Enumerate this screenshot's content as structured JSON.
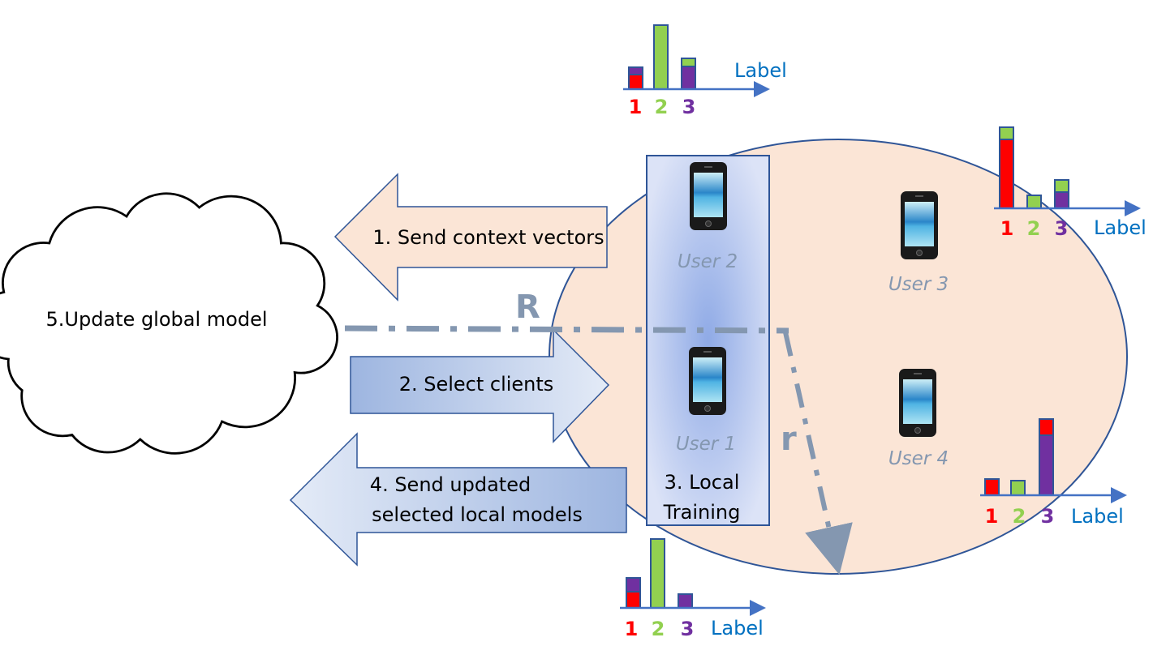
{
  "cloud": {
    "label": "5.Update global model"
  },
  "arrows": {
    "send_context": "1. Send context vectors",
    "select_clients": "2. Select clients",
    "send_updated_line1": "4. Send updated",
    "send_updated_line2": "selected local models"
  },
  "local_training": {
    "line1": "3. Local",
    "line2": "Training"
  },
  "radius_labels": {
    "big": "R",
    "small": "r"
  },
  "users": [
    {
      "label": "User 1"
    },
    {
      "label": "User 2"
    },
    {
      "label": "User 3"
    },
    {
      "label": "User 4"
    }
  ],
  "colors": {
    "label1": "#FF0000",
    "label2": "#92D050",
    "label3": "#7030A0",
    "bar_outline": "#2F5597",
    "axis": "#4472C4",
    "axis_word": "#0070C0",
    "region_fill": "#FBE5D6",
    "dashed_line": "#8497B0"
  },
  "chart_data": [
    {
      "type": "bar",
      "owner": "User 2",
      "xlabel": "Label",
      "categories": [
        "1",
        "2",
        "3"
      ],
      "stacks": [
        [
          {
            "color": "label1",
            "value": 1.8
          },
          {
            "color": "label3",
            "value": 0.9
          }
        ],
        [
          {
            "color": "label2",
            "value": 7.9
          }
        ],
        [
          {
            "color": "label3",
            "value": 2.8
          },
          {
            "color": "label2",
            "value": 1.0
          }
        ]
      ]
    },
    {
      "type": "bar",
      "owner": "User 3",
      "xlabel": "Label",
      "categories": [
        "1",
        "2",
        "3"
      ],
      "stacks": [
        [
          {
            "color": "label1",
            "value": 8.5
          },
          {
            "color": "label2",
            "value": 1.5
          }
        ],
        [
          {
            "color": "label2",
            "value": 1.6
          }
        ],
        [
          {
            "color": "label3",
            "value": 2.0
          },
          {
            "color": "label2",
            "value": 1.5
          }
        ]
      ]
    },
    {
      "type": "bar",
      "owner": "User 4",
      "xlabel": "Label",
      "categories": [
        "1",
        "2",
        "3"
      ],
      "stacks": [
        [
          {
            "color": "label1",
            "value": 2.0
          }
        ],
        [
          {
            "color": "label2",
            "value": 1.8
          }
        ],
        [
          {
            "color": "label3",
            "value": 7.4
          },
          {
            "color": "label1",
            "value": 2.0
          }
        ]
      ]
    },
    {
      "type": "bar",
      "owner": "User 1",
      "xlabel": "Label",
      "categories": [
        "1",
        "2",
        "3"
      ],
      "stacks": [
        [
          {
            "color": "label1",
            "value": 2.0
          },
          {
            "color": "label3",
            "value": 1.7
          }
        ],
        [
          {
            "color": "label2",
            "value": 8.5
          }
        ],
        [
          {
            "color": "label3",
            "value": 1.7
          }
        ]
      ]
    }
  ]
}
